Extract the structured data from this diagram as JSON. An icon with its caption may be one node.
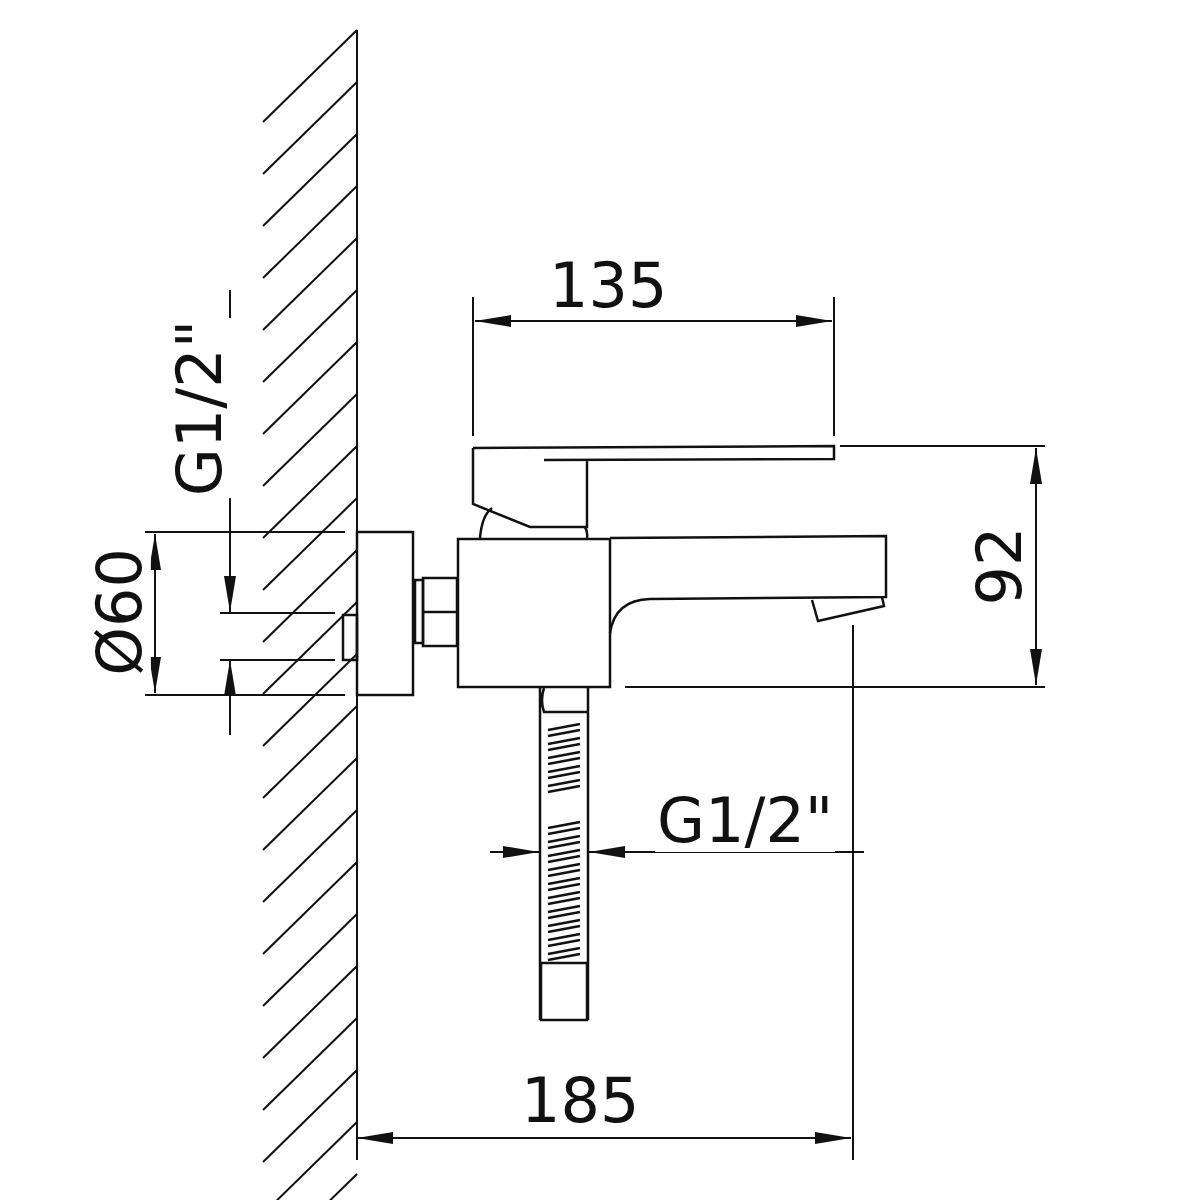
{
  "diagram": {
    "labels": [
      "135",
      "G1/2\"",
      "Ø60",
      "92",
      "G1/2\"",
      "185"
    ]
  }
}
